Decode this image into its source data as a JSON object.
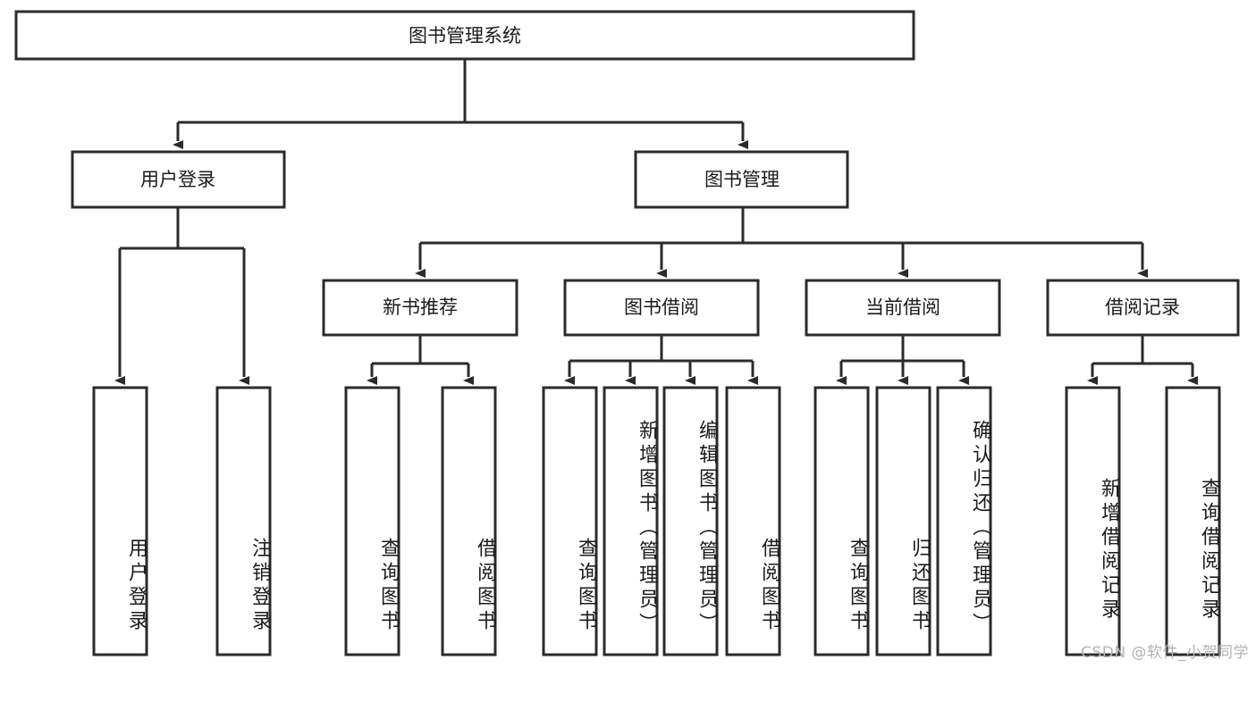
{
  "diagram": {
    "type": "tree",
    "title_node": {
      "label": "图书管理系统"
    },
    "level2": [
      {
        "id": "user-login",
        "label": "用户登录"
      },
      {
        "id": "book-management",
        "label": "图书管理"
      }
    ],
    "level3": [
      {
        "id": "new-book-recommend",
        "label": "新书推荐",
        "parent": "book-management"
      },
      {
        "id": "book-borrow",
        "label": "图书借阅",
        "parent": "book-management"
      },
      {
        "id": "current-borrow",
        "label": "当前借阅",
        "parent": "book-management"
      },
      {
        "id": "borrow-record",
        "label": "借阅记录",
        "parent": "book-management"
      }
    ],
    "leaves": [
      {
        "id": "leaf-user-login",
        "label": "用户登录",
        "parent": "user-login"
      },
      {
        "id": "leaf-logout-login",
        "label": "注销登录",
        "parent": "user-login"
      },
      {
        "id": "leaf-query-book-1",
        "label": "查询图书",
        "parent": "new-book-recommend"
      },
      {
        "id": "leaf-borrow-book-1",
        "label": "借阅图书",
        "parent": "new-book-recommend"
      },
      {
        "id": "leaf-query-book-2",
        "label": "查询图书",
        "parent": "book-borrow"
      },
      {
        "id": "leaf-add-book",
        "label": "新增图书（管理员）",
        "parent": "book-borrow"
      },
      {
        "id": "leaf-edit-book",
        "label": "编辑图书（管理员）",
        "parent": "book-borrow"
      },
      {
        "id": "leaf-borrow-book-2",
        "label": "借阅图书",
        "parent": "book-borrow"
      },
      {
        "id": "leaf-query-book-3",
        "label": "查询图书",
        "parent": "current-borrow"
      },
      {
        "id": "leaf-return-book",
        "label": "归还图书",
        "parent": "current-borrow"
      },
      {
        "id": "leaf-confirm-return",
        "label": "确认归还（管理员）",
        "parent": "current-borrow"
      },
      {
        "id": "leaf-add-record",
        "label": "新增借阅记录",
        "parent": "borrow-record"
      },
      {
        "id": "leaf-query-record",
        "label": "查询借阅记录",
        "parent": "borrow-record"
      }
    ],
    "colors": {
      "stroke": "#2b2b2b",
      "fill": "#ffffff",
      "text": "#1b1b1b",
      "watermark": "#b3b3b3"
    }
  },
  "watermark": {
    "text": "CSDN @软件_小贺同学"
  }
}
